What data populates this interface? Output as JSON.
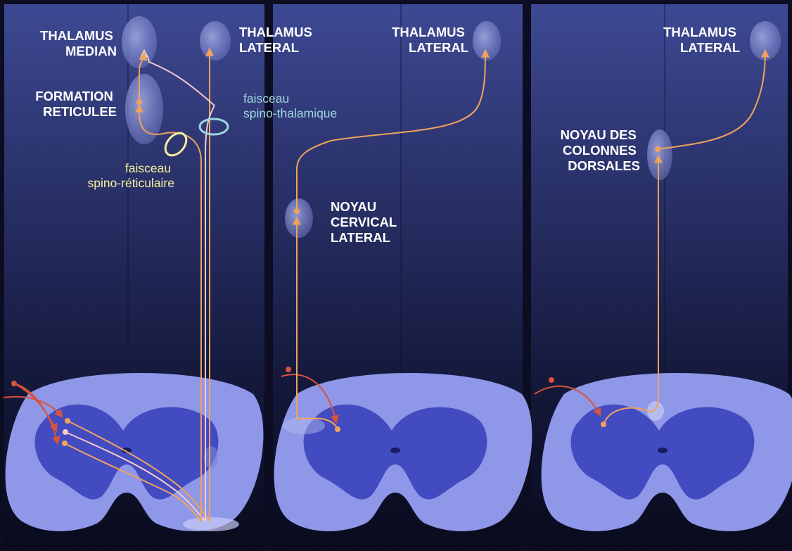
{
  "panels": [
    {
      "labels": {
        "thalamus_median": [
          "THALAMUS",
          "MEDIAN"
        ],
        "thalamus_lateral": [
          "THALAMUS",
          "LATERAL"
        ],
        "formation_reticulee": [
          "FORMATION",
          "RETICULEE"
        ],
        "faisceau_spino_thalamique": [
          "faisceau",
          "spino-thalamique"
        ],
        "faisceau_spino_reticulaire": [
          "faisceau",
          "spino-réticulaire"
        ]
      }
    },
    {
      "labels": {
        "thalamus_lateral": [
          "THALAMUS",
          "LATERAL"
        ],
        "noyau_cervical_lateral": [
          "NOYAU",
          "CERVICAL",
          "LATERAL"
        ]
      }
    },
    {
      "labels": {
        "thalamus_lateral": [
          "THALAMUS",
          "LATERAL"
        ],
        "noyau_colonnes_dorsales": [
          "NOYAU DES",
          "COLONNES",
          "DORSALES"
        ]
      }
    }
  ],
  "colors": {
    "background_top": "#3d4993",
    "background_bottom": "#090b1d",
    "cord_white_matter": "#8e97e8",
    "cord_gray_matter": "#3b43bd",
    "nucleus": "#8089cf",
    "tract_orange": "#f0a35c",
    "tract_pink": "#f5c9cd",
    "afferent_red": "#d9533c",
    "spino_thalamic_ring": "#9fd6dd",
    "spino_reticular_ring": "#f3ef9d"
  }
}
